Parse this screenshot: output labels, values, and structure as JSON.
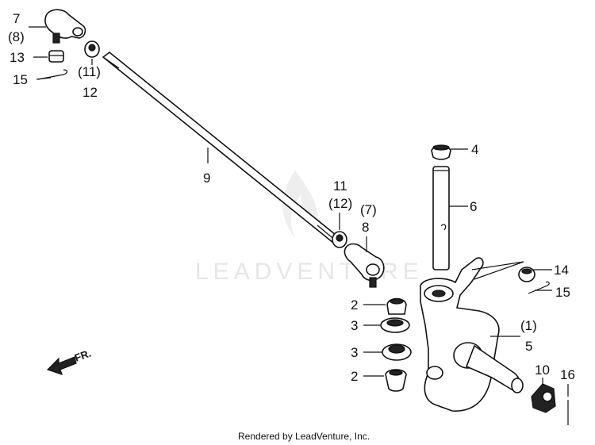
{
  "watermark": "LEADVENTURE",
  "footer": "Rendered by LeadVenture, Inc.",
  "direction_label": "FR.",
  "callouts": {
    "c7": "7",
    "c8p": "(8)",
    "c13": "13",
    "c15a": "15",
    "c11p": "(11)",
    "c12": "12",
    "c9": "9",
    "c11": "11",
    "c12p": "(12)",
    "c7p": "(7)",
    "c8": "8",
    "c4": "4",
    "c6": "6",
    "c14": "14",
    "c15b": "15",
    "c1p": "(1)",
    "c5": "5",
    "c2a": "2",
    "c3a": "3",
    "c3b": "3",
    "c2b": "2",
    "c10": "10",
    "c16": "16"
  }
}
